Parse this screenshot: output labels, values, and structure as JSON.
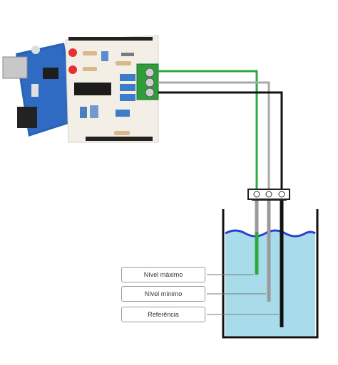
{
  "labels": {
    "max_level": "Nível máximo",
    "min_level": "Nível mínimo",
    "reference": "Referência"
  },
  "colors": {
    "wire_green": "#2eaa3c",
    "wire_gray": "#a9a9a9",
    "wire_black": "#111111",
    "water": "#a8dcea",
    "water_surface": "#2b3fd1",
    "board_blue": "#2a62b8",
    "shield": "#f3efe6",
    "terminal_green": "#2f9e3a"
  },
  "icons": {
    "board": "arduino-board-icon",
    "shield": "shield-pcb-icon",
    "terminal": "screw-terminal-icon",
    "tank": "water-tank-icon"
  }
}
